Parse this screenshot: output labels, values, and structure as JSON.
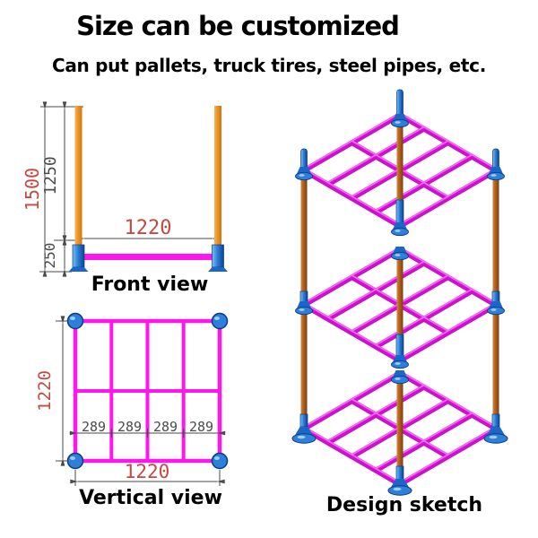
{
  "title": "Size can be customized",
  "subtitle": "Can put pallets, truck tires, steel pipes, etc.",
  "front_view": {
    "label": "Front view",
    "dim_total_height": "1500",
    "dim_post_height": "1250",
    "dim_base_height": "250",
    "dim_width": "1220"
  },
  "vertical_view": {
    "label": "Vertical view",
    "dim_depth": "1220",
    "dim_width": "1220",
    "dim_spacings": [
      "289",
      "289",
      "289",
      "289"
    ]
  },
  "design_view": {
    "label": "Design sketch"
  },
  "colors": {
    "beam_magenta": "#CF10CF",
    "plan_magenta": "#FF16EC",
    "bar_magenta": "#FF16EC",
    "post_orange": "#EF9428",
    "post_brown": "#AF5F1C",
    "fitting_blue": "#2E7FD9",
    "dim_red": "#C24A42",
    "dim_dark": "#4A4A4A",
    "text_black": "#000000"
  }
}
